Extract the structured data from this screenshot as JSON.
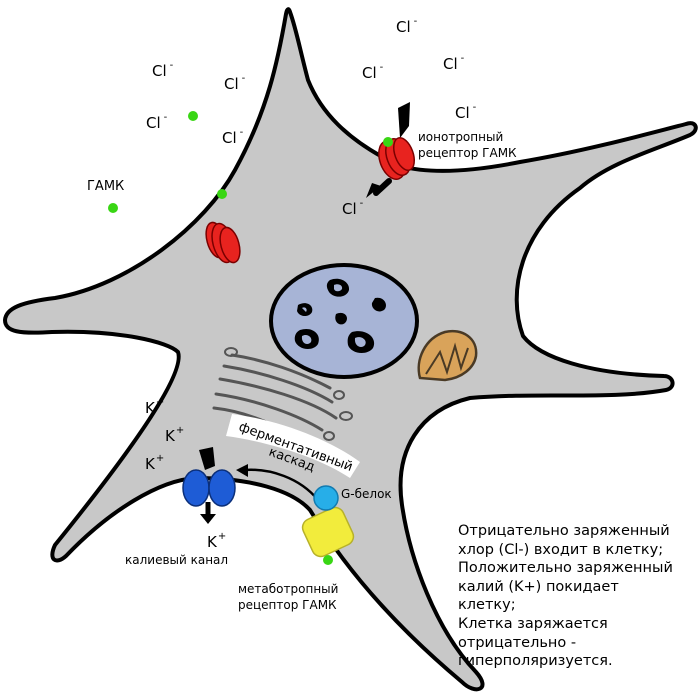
{
  "ions": {
    "cl_symbol": "Cl",
    "cl_charge": "-",
    "k_symbol": "K",
    "k_charge": "+"
  },
  "labels": {
    "gaba": "ГАМК",
    "ionotropic_line1": "ионотропный",
    "ionotropic_line2": "рецептор ГАМК",
    "enzymatic_line1": "ферментативный",
    "enzymatic_line2": "каскад",
    "g_protein": "G-белок",
    "potassium_channel": "калиевый канал",
    "metabotropic_line1": "метаботропный",
    "metabotropic_line2": "рецептор ГАМК"
  },
  "note": {
    "lines": [
      "Отрицательно заряженный",
      "хлор (Cl-) входит в клетку;",
      "Положительно заряженный",
      "калий (K+) покидает",
      "клетку;",
      "Клетка заряжается",
      "отрицательно -",
      "гиперполяризуется."
    ]
  },
  "colors": {
    "cell_body": "#c8c8c8",
    "nucleus": "#a7b4d6",
    "receptor_red": "#e8231f",
    "channel_blue": "#1e5cd6",
    "g_protein_blue": "#27aee8",
    "metabotropic_yellow": "#f2ec3c",
    "gaba_green": "#39d614",
    "mitochondrion": "#d9a35a"
  }
}
